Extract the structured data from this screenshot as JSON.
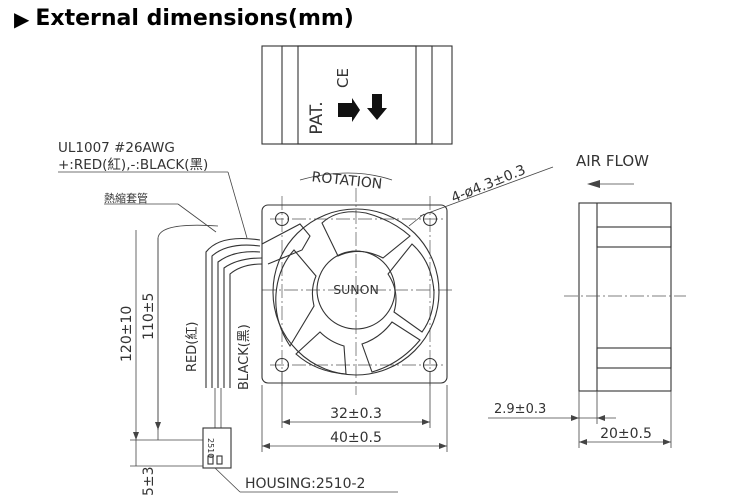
{
  "heading": {
    "marker": "▶",
    "title": "External dimensions(mm)"
  },
  "label_top": {
    "pat": "PAT.",
    "ce": "CE"
  },
  "wire_spec": {
    "line1": "UL1007  #26AWG",
    "line2": "+:RED(紅),-:BLACK(黑)"
  },
  "sleeve_label": "熱縮套管",
  "rotation_label": "ROTATION",
  "hole_label": "4-ø4.3±0.3",
  "brand": "SUNON",
  "air_flow_label": "AIR FLOW",
  "dims": {
    "inner_pitch": "32±0.3",
    "outer_width": "40±0.5",
    "wire_long": "120±10",
    "wire_short": "110±5",
    "strip": "5±3",
    "flange": "2.9±0.3",
    "thickness": "20±0.5"
  },
  "wire_colors": {
    "red": "RED(紅)",
    "black": "BLACK(黑)"
  },
  "connector_label": "2510",
  "housing_label": "HOUSING:2510-2"
}
